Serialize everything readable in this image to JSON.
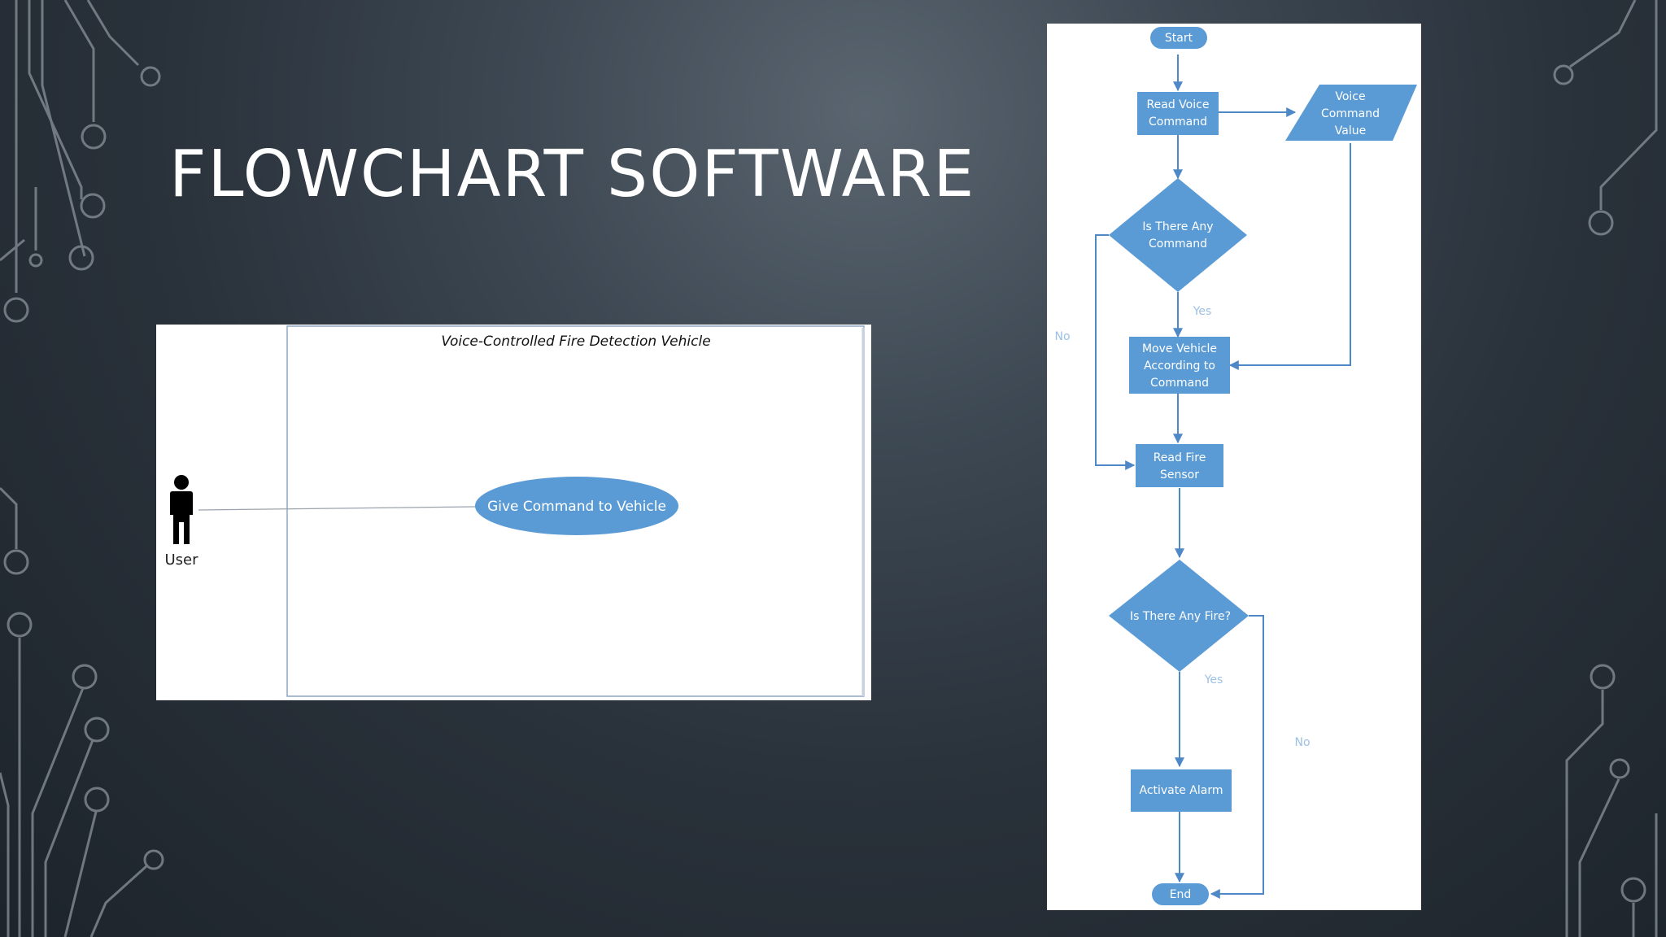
{
  "slide": {
    "title": "FLOWCHART SOFTWARE"
  },
  "use_case_diagram": {
    "system_title": "Voice-Controlled Fire Detection Vehicle",
    "actor": "User",
    "use_case": "Give Command to Vehicle"
  },
  "flowchart": {
    "start": "Start",
    "read_voice": [
      "Read Voice",
      "Command"
    ],
    "voice_value": [
      "Voice",
      "Command",
      "Value"
    ],
    "decision_command": [
      "Is There Any",
      "Command"
    ],
    "label_yes_1": "Yes",
    "label_no_1": "No",
    "move_vehicle": [
      "Move Vehicle",
      "According to",
      "Command"
    ],
    "read_fire": [
      "Read Fire",
      "Sensor"
    ],
    "decision_fire": "Is There Any Fire?",
    "label_yes_2": "Yes",
    "label_no_2": "No",
    "activate_alarm": "Activate Alarm",
    "end": "End"
  },
  "colors": {
    "shape_fill": "#5b9bd5",
    "connector": "#4f88c6",
    "label_text": "#9cc0e4"
  }
}
